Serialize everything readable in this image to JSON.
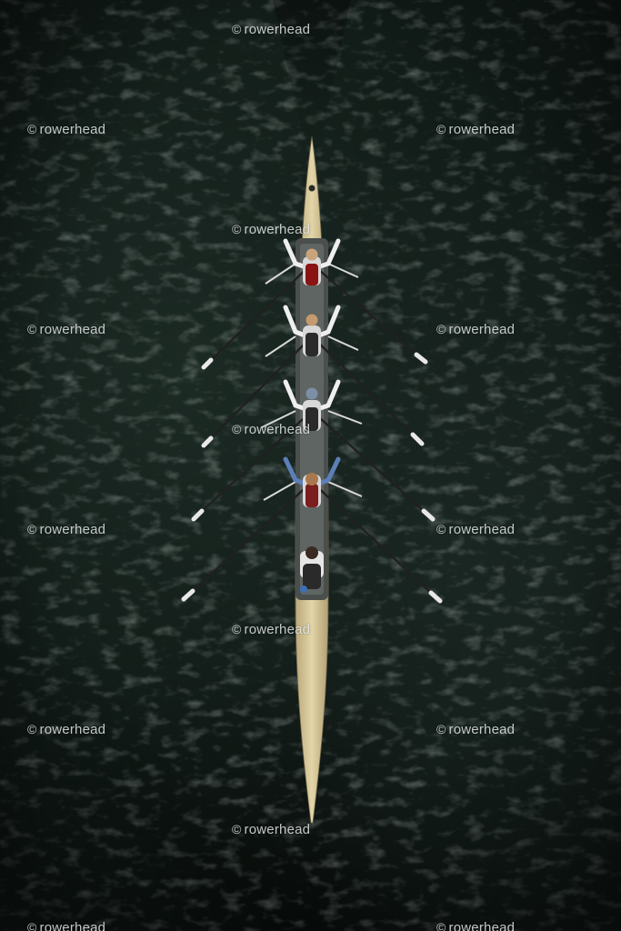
{
  "photo": {
    "subject": "aerial-coxed-four-rowing-boat",
    "water_color": "#111b17",
    "hull_color": "#d8c89a",
    "rower_count": 4,
    "oar_count": 8,
    "coxswain": true
  },
  "watermark": {
    "symbol": "©",
    "text": "rowerhead"
  }
}
